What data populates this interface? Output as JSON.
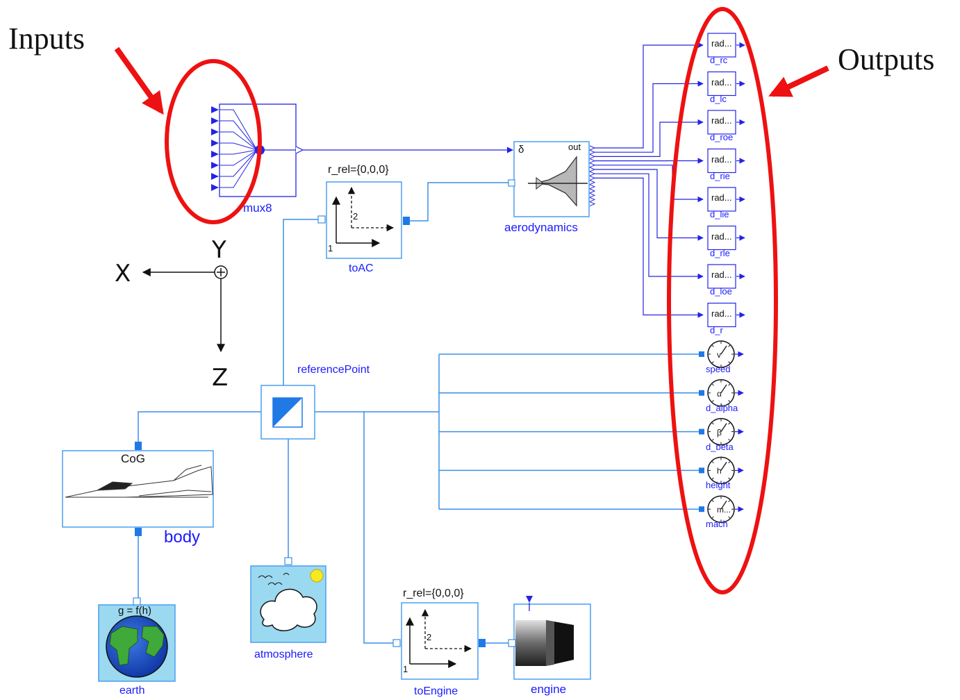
{
  "annotations": {
    "inputs": "Inputs",
    "outputs": "Outputs"
  },
  "axes": {
    "x": "X",
    "y": "Y",
    "z": "Z"
  },
  "blocks": {
    "mux": {
      "name": "mux8"
    },
    "aerodynamics": {
      "name": "aerodynamics",
      "port_in": "δ",
      "port_out": "out"
    },
    "toAC": {
      "name": "toAC",
      "param": "r_rel={0,0,0}",
      "frame_1": "1",
      "frame_2": "2"
    },
    "toEngine": {
      "name": "toEngine",
      "param": "r_rel={0,0,0}",
      "frame_1": "1",
      "frame_2": "2"
    },
    "referencePoint": {
      "name": "referencePoint"
    },
    "body": {
      "name": "body",
      "cog": "CoG"
    },
    "earth": {
      "name": "earth",
      "formula": "g = f(h)"
    },
    "atmosphere": {
      "name": "atmosphere"
    },
    "engine": {
      "name": "engine"
    }
  },
  "angle_outputs": [
    {
      "name": "d_rc",
      "text": "rad..."
    },
    {
      "name": "d_lc",
      "text": "rad..."
    },
    {
      "name": "d_roe",
      "text": "rad..."
    },
    {
      "name": "d_rie",
      "text": "rad..."
    },
    {
      "name": "d_lie",
      "text": "rad..."
    },
    {
      "name": "d_rle",
      "text": "rad..."
    },
    {
      "name": "d_loe",
      "text": "rad..."
    },
    {
      "name": "d_r",
      "text": "rad..."
    }
  ],
  "gauge_outputs": [
    {
      "name": "speed",
      "text": "v"
    },
    {
      "name": "d_alpha",
      "text": "α"
    },
    {
      "name": "d_beta",
      "text": "β"
    },
    {
      "name": "height",
      "text": "h"
    },
    {
      "name": "mach",
      "text": "m..."
    }
  ],
  "colors": {
    "line": "#3a8fe8",
    "signal": "#2323e6",
    "label": "#1a1aff",
    "highlight": "#ee1111",
    "block_border": "#4a9ef0",
    "icon_fill": "#9ad9f0"
  }
}
